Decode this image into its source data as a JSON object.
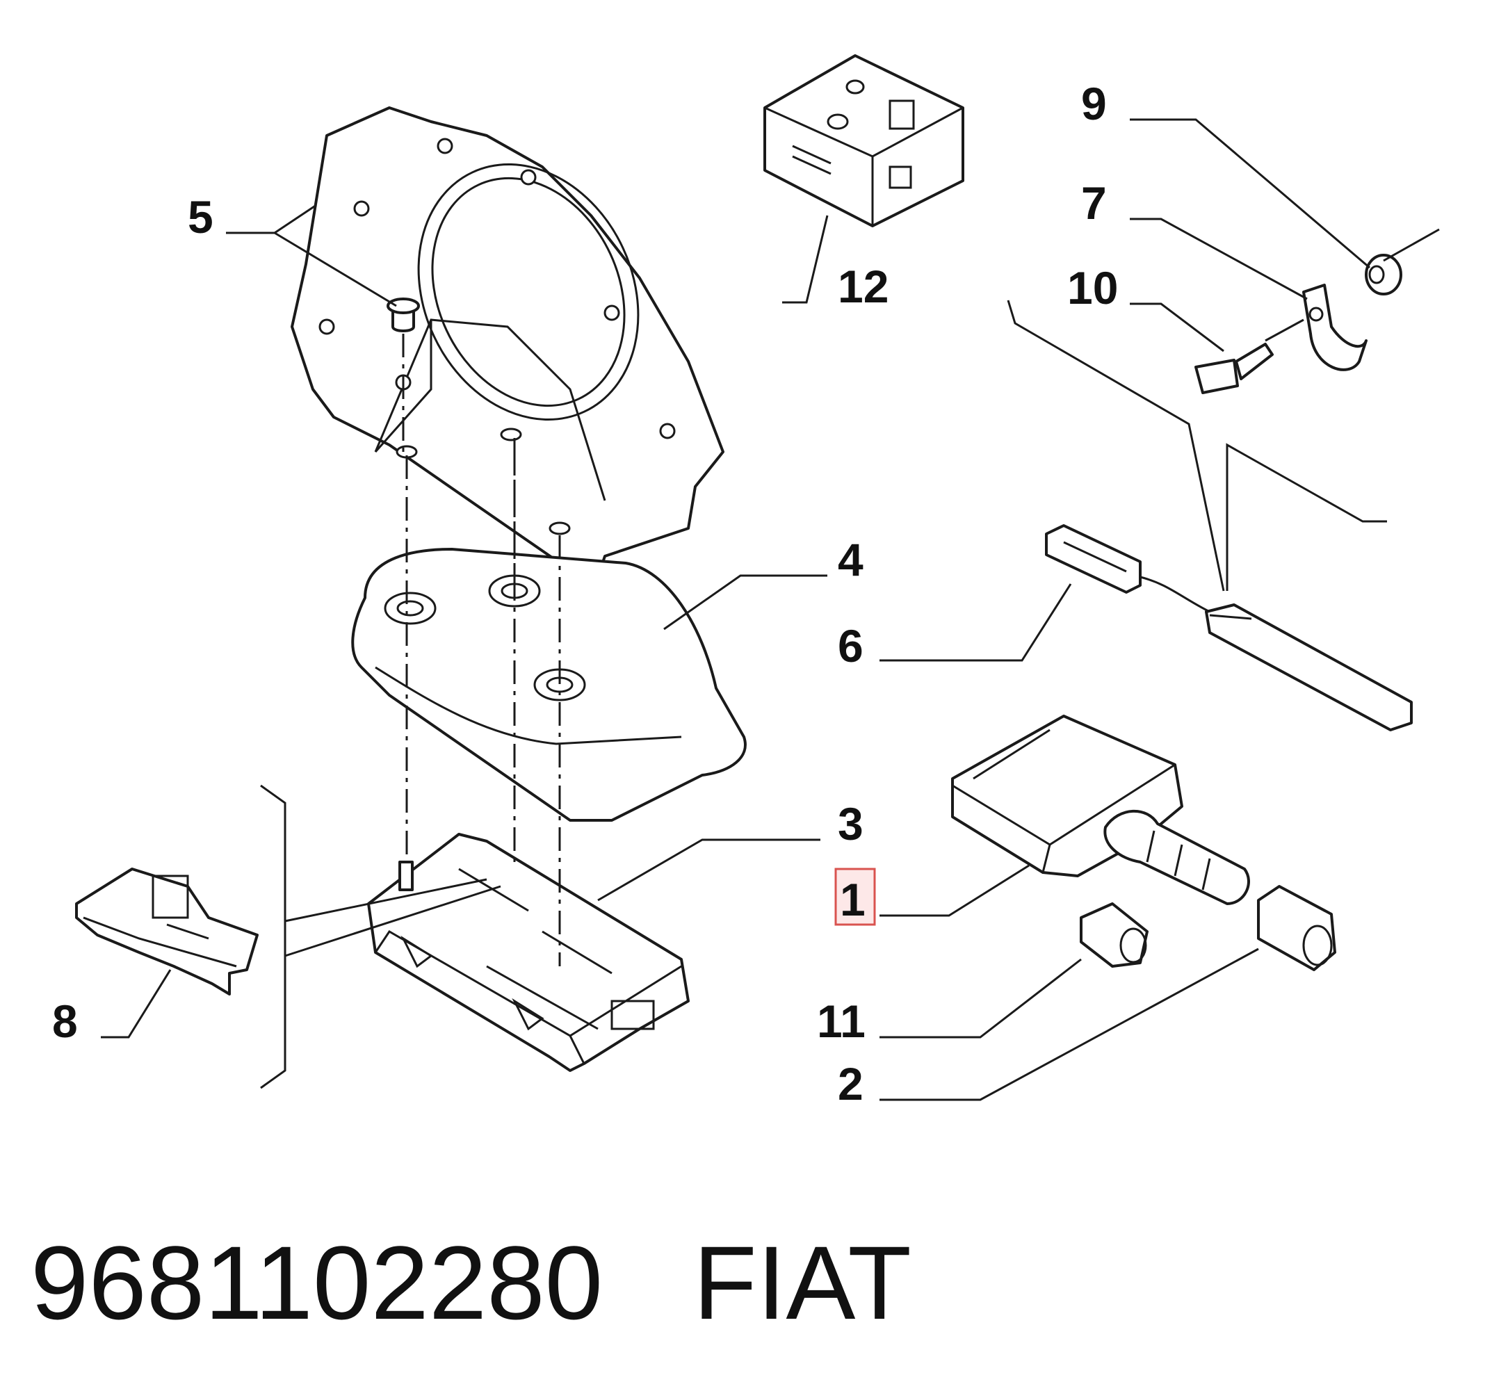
{
  "callouts": {
    "c1": "1",
    "c2": "2",
    "c3": "3",
    "c4": "4",
    "c5": "5",
    "c6": "6",
    "c7": "7",
    "c8": "8",
    "c9": "9",
    "c10": "10",
    "c11": "11",
    "c12": "12"
  },
  "highlighted_callout": "1",
  "colors": {
    "highlight_stroke": "#d9534f",
    "highlight_fill": "#fde8e8"
  },
  "caption": {
    "part_number": "9681102280",
    "brand": "FIAT"
  }
}
